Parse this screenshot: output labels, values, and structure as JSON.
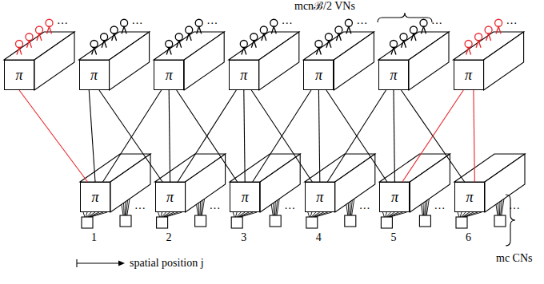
{
  "diagram": {
    "nodes": [
      {
        "text": [
          "π"
        ]
      },
      {
        "text": [
          "π"
        ]
      },
      {
        "text": [
          "π"
        ]
      },
      {
        "text": [
          "π"
        ]
      },
      {
        "text": [
          "π"
        ]
      },
      {
        "text": [
          "π"
        ]
      },
      {
        "text": [
          "π"
        ]
      },
      {
        "text": [
          "π"
        ]
      },
      {
        "text": [
          "π"
        ]
      },
      {
        "text": [
          "π"
        ]
      },
      {
        "text": [
          "π"
        ]
      },
      {
        "text": [
          "π"
        ]
      },
      {
        "text": [
          "π"
        ]
      }
    ],
    "edges": [
      {
        "from": 0,
        "to": 7,
        "arrow": "none"
      },
      {
        "from": 1,
        "to": 7,
        "arrow": "none"
      },
      {
        "from": 1,
        "to": 8,
        "arrow": "none"
      },
      {
        "from": 2,
        "to": 7,
        "arrow": "none"
      },
      {
        "from": 2,
        "to": 8,
        "arrow": "none"
      },
      {
        "from": 2,
        "to": 9,
        "arrow": "none"
      },
      {
        "from": 3,
        "to": 8,
        "arrow": "none"
      },
      {
        "from": 3,
        "to": 9,
        "arrow": "none"
      },
      {
        "from": 3,
        "to": 10,
        "arrow": "none"
      },
      {
        "from": 4,
        "to": 9,
        "arrow": "none"
      },
      {
        "from": 4,
        "to": 10,
        "arrow": "none"
      },
      {
        "from": 4,
        "to": 11,
        "arrow": "none"
      },
      {
        "from": 5,
        "to": 10,
        "arrow": "none"
      },
      {
        "from": 5,
        "to": 11,
        "arrow": "none"
      },
      {
        "from": 5,
        "to": 12,
        "arrow": "none"
      },
      {
        "from": 6,
        "to": 11,
        "arrow": "none"
      },
      {
        "from": 6,
        "to": 12,
        "arrow": "none"
      }
    ],
    "labels": [
      "mcnℬ/2 VNs",
      "…",
      "…",
      "…",
      "…",
      "…",
      "…",
      "…",
      "…",
      "…",
      "…",
      "…",
      "…",
      "…",
      "1",
      "2",
      "3",
      "4",
      "5",
      "6",
      "spatial position j",
      "mc CNs"
    ]
  }
}
